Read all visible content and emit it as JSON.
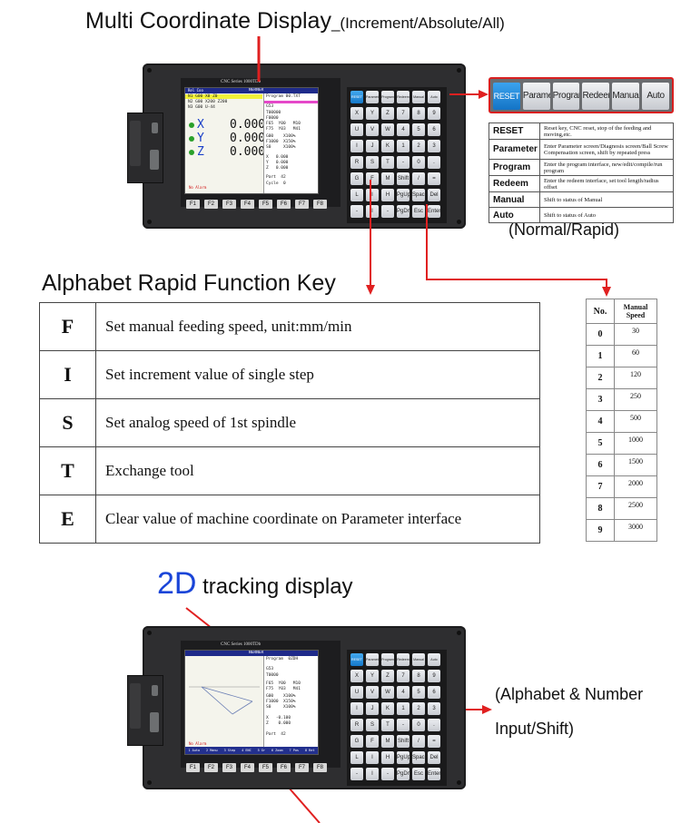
{
  "headings": {
    "top": "Multi Coordinate Display",
    "top_sub": "_(Increment/Absolute/All)",
    "alphabet": "Alphabet Rapid Function Key",
    "tracking_2d": "2D",
    "tracking_rest": " tracking display",
    "normal_rapid": "(Normal/Rapid)",
    "alpha_num_1": "(Alphabet & Number",
    "alpha_num_2": "Input/Shift)"
  },
  "panel": {
    "series_title": "CNC Series 1000TDb",
    "screen1": {
      "header_left": "Rel Coo",
      "header_mid": "NERNER",
      "prog_lines": [
        "N1 G00 X0 Z0",
        "N2 G00 X200 Z200",
        "N3 G00 U-44"
      ],
      "coords": [
        {
          "axis": "X",
          "value": "0.000"
        },
        {
          "axis": "Y",
          "value": "0.000"
        },
        {
          "axis": "Z",
          "value": "0.000"
        }
      ],
      "right_lines": [
        "Program 00.TXT",
        "G53",
        "T00000",
        "F0000",
        "F65  Y00   M10",
        "F75  Y03   M41",
        "G00    X100%",
        "F1000  X150%",
        "S0     X100%",
        "X   0.000",
        "Y   0.000",
        "Z   0.000",
        "Part  42",
        "Cycle  0"
      ],
      "alarm": "No Alarm"
    },
    "screen2": {
      "header_mid": "NERNER",
      "right_lines": [
        "Program  0ZDH",
        "G53",
        "T0000",
        "F65  Y00   M10",
        "F75  Y03   M41",
        "G00    X100%",
        "F1000  X150%",
        "S0     X100%",
        "X   -0.100",
        "Z    0.000",
        "Part  42"
      ],
      "bottom_tabs": [
        "1 Auto",
        "2 Manu",
        "3 Step",
        "4 ENC",
        "5 Gr",
        "6 Zoom",
        "7 Pos",
        "8 Ret"
      ],
      "alarm": "No Alarm"
    },
    "fkeys": [
      "F1",
      "F2",
      "F3",
      "F4",
      "F5",
      "F6",
      "F7",
      "F8"
    ],
    "keypad_rows": [
      [
        "RESET",
        "Parameter",
        "Program",
        "Redeem",
        "Manual",
        "Auto"
      ],
      [
        "X",
        "Y",
        "Z",
        "7",
        "8",
        "9"
      ],
      [
        "U",
        "V",
        "W",
        "4",
        "5",
        "6"
      ],
      [
        "I",
        "J",
        "K",
        "1",
        "2",
        "3"
      ],
      [
        "R",
        "S",
        "T",
        "-",
        "0",
        "."
      ],
      [
        "G",
        "F",
        "M",
        "Shift",
        "/",
        "="
      ],
      [
        "L",
        "I",
        "H",
        "PgUp",
        "Space",
        "Del"
      ],
      [
        "-",
        "I",
        "-",
        "PgDn",
        "Esc",
        "Enter"
      ]
    ]
  },
  "function_keys": {
    "strip": [
      "RESET",
      "Parameter",
      "Program",
      "Redeem",
      "Manual",
      "Auto"
    ],
    "rows": [
      {
        "key": "RESET",
        "desc": "Reset key, CNC reset, stop of the feeding and moving,etc."
      },
      {
        "key": "Parameter",
        "desc": "Enter Parameter screen/Diagnosis screen/Ball Screw Compensation screen, shift by repeated press"
      },
      {
        "key": "Program",
        "desc": "Enter the program interface, new/edit/compile/run program"
      },
      {
        "key": "Redeem",
        "desc": "Enter the redeem interface, set tool length/radius offset"
      },
      {
        "key": "Manual",
        "desc": "Shift to status of Manual"
      },
      {
        "key": "Auto",
        "desc": "Shift to status of Auto"
      }
    ]
  },
  "alphabet_keys": [
    {
      "key": "F",
      "desc": "Set manual feeding speed, unit:mm/min"
    },
    {
      "key": "I",
      "desc": "Set increment value of single step"
    },
    {
      "key": "S",
      "desc": "Set analog speed of 1st spindle"
    },
    {
      "key": "T",
      "desc": "Exchange tool"
    },
    {
      "key": "E",
      "desc": "Clear value of machine coordinate on Parameter interface"
    }
  ],
  "speed_table": {
    "col_no": "No.",
    "col_speed": "Manual Speed",
    "rows": [
      {
        "no": "0",
        "speed": "30"
      },
      {
        "no": "1",
        "speed": "60"
      },
      {
        "no": "2",
        "speed": "120"
      },
      {
        "no": "3",
        "speed": "250"
      },
      {
        "no": "4",
        "speed": "500"
      },
      {
        "no": "5",
        "speed": "1000"
      },
      {
        "no": "6",
        "speed": "1500"
      },
      {
        "no": "7",
        "speed": "2000"
      },
      {
        "no": "8",
        "speed": "2500"
      },
      {
        "no": "9",
        "speed": "3000"
      }
    ]
  },
  "colors": {
    "arrow": "#e02020",
    "accent_blue": "#1a45d8",
    "key_blue": "#1f86d8"
  }
}
